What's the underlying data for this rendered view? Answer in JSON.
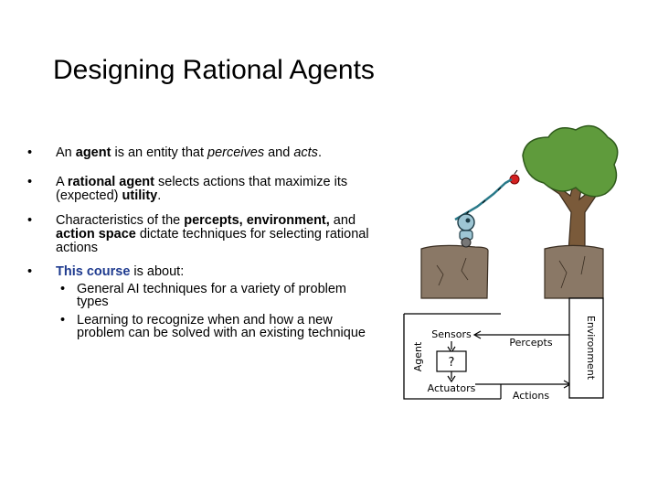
{
  "title": "Designing Rational Agents",
  "bullets": {
    "b1": {
      "pre": "An ",
      "bold": "agent",
      "mid": " is an entity that ",
      "i1": "perceives",
      "and": " and ",
      "i2": "acts",
      "end": "."
    },
    "b2": {
      "pre": "A ",
      "bold": "rational agent",
      "mid": " selects actions that maximize its (expected) ",
      "bold2": "utility",
      "end": "."
    },
    "b3": {
      "pre": "Characteristics of the ",
      "bold1": "percepts, environment,",
      "mid": " and ",
      "bold2": "action space",
      "end": " dictate techniques for selecting rational actions"
    },
    "b4": {
      "blue": "This course",
      "end": " is about:"
    },
    "sub": [
      "General AI techniques for a variety of problem types",
      "Learning to recognize when and how a new problem can be solved with an existing technique"
    ]
  },
  "diagram": {
    "agent_label": "Agent",
    "environment_label": "Environment",
    "sensors_label": "Sensors",
    "actuators_label": "Actuators",
    "percepts_label": "Percepts",
    "actions_label": "Actions",
    "question": "?"
  },
  "colors": {
    "course_blue": "#1f3b8f",
    "tree_green": "#5f9b3c",
    "trunk_brown": "#7a5a3a",
    "apple_red": "#d42020"
  },
  "bullet_glyph": "•"
}
